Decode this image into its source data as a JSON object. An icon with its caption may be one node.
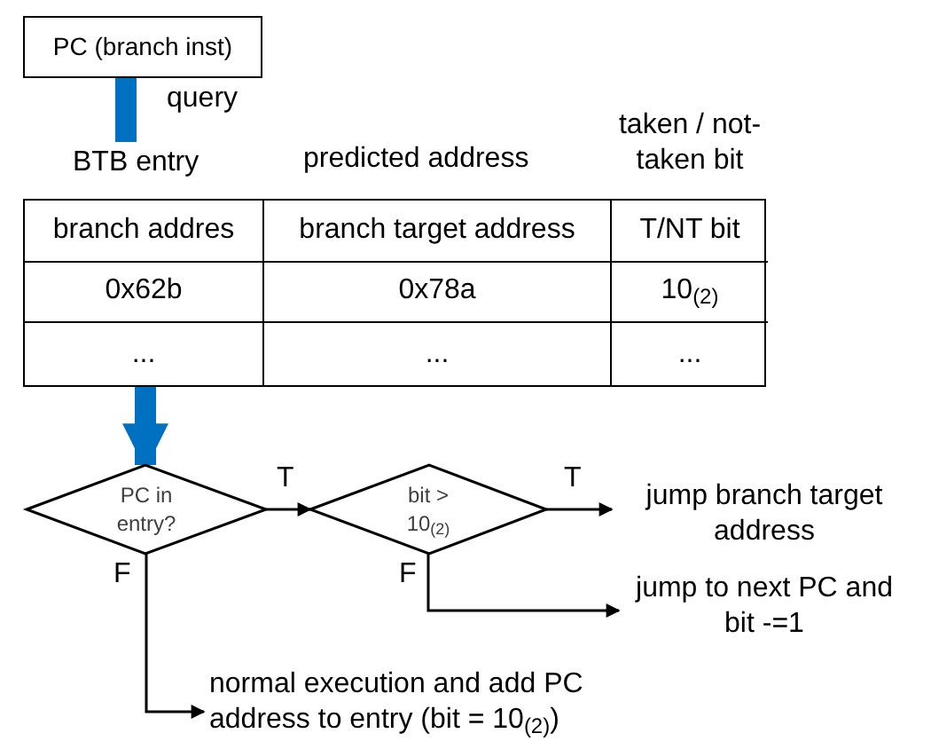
{
  "diagram": {
    "nodes": [
      {
        "text": [
          "PC (branch inst)"
        ]
      },
      {
        "text": [
          "BTB entry"
        ]
      },
      {
        "text": [
          "PC in entry?"
        ]
      },
      {
        "text": [
          "bit > 10$_{(2)}$"
        ]
      },
      {
        "text": [
          "jump branch target address"
        ]
      },
      {
        "text": [
          "jump to next PC and bit -=1"
        ]
      },
      {
        "text": [
          "normal execution and add PC address to entry (bit = 10$_{(2)}$)"
        ]
      }
    ],
    "edges": [
      {
        "from": 0,
        "to": 1,
        "arrow": "none",
        "label": "query",
        "style": "thick",
        "color": "#0070c0"
      },
      {
        "from": 1,
        "to": 2,
        "arrow": "to",
        "style": "thick",
        "color": "#0070c0"
      },
      {
        "from": 2,
        "to": 3,
        "arrow": "to",
        "label": "T"
      },
      {
        "from": 3,
        "to": 4,
        "arrow": "to",
        "label": "T"
      },
      {
        "from": 3,
        "to": 5,
        "arrow": "to",
        "label": "F"
      },
      {
        "from": 2,
        "to": 6,
        "arrow": "to",
        "label": "F"
      }
    ],
    "labels": [
      "predicted address",
      "taken / not-taken bit",
      "branch addres",
      "branch target address",
      "T/NT bit",
      "0x62b",
      "0x78a",
      "10$_{(2)}$",
      "...",
      "...",
      "..."
    ]
  }
}
